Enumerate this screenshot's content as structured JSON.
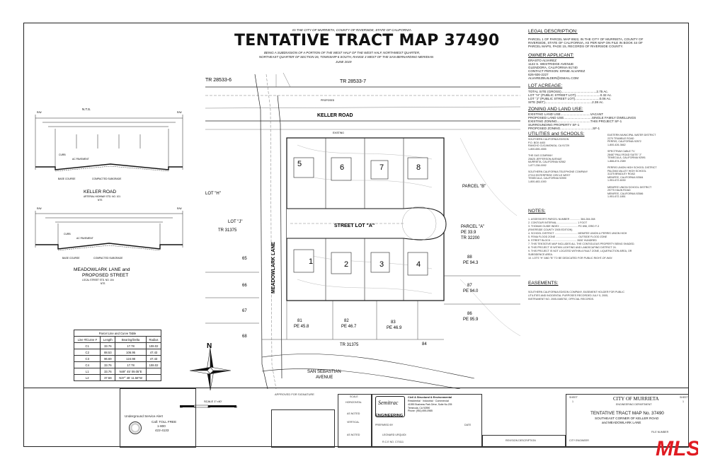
{
  "header": {
    "location": "IN THE CITY OF MURRIETA, COUNTY OF RIVERSIDE, STATE OF CALIFORNIA",
    "title": "TENTATIVE TRACT MAP 37490",
    "sub1": "BEING A SUBDIVISION OF A PORTION OF THE WEST HALF OF THE WEST HALF, NORTHWEST QUARTER,",
    "sub2": "NORTHEAST QUARTER OF SECTION 26, TOWNSHIP 6 SOUTH, RANGE 3 WEST OF THE SAN BERNARDINO MERIDIAN",
    "date": "JUNE 2019"
  },
  "right_panel": {
    "legal_title": "LEGAL DESCRIPTION:",
    "legal_lines": [
      "PARCEL 1 OF PARCEL MAP 8922, IN THE CITY OF MURRIETA, COUNTY OF",
      "RIVERSIDE, STATE OF CALIFORNIA, AS PER MAP ON FILE IN BOOK 44 OF",
      "PARCEL MAPS, PAGE 15, RECORDS OF RIVERSIDE COUNTY."
    ],
    "owner_title": "OWNER APPLICANT:",
    "owner_lines": [
      "ERASTO ALVAREZ",
      "1122 S. WESTRIDGE AVENUE",
      "GLENDORA, CALIFORNIA 91740",
      "CONTACT PERSON: ERNIE ALVAREZ",
      "626-926-2227",
      "ALVAREZBUILDER@GMAIL.COM"
    ],
    "acreage_title": "LOT ACREAGE:",
    "acreage_lines": [
      "TOTAL SITE (GROSS).......................................2.75 Ac.",
      "LOT \"H\" (PUBLIC STREET LOT)...........................0.32 Ac.",
      "LOT \"J\" (PUBLIC STREET LOT)...........................0.06 Ac.",
      "SITE (NET)....................................................2.38 Ac."
    ],
    "zoning_title": "ZONING AND LAND USE:",
    "zoning_lines": [
      "EXISTING LAND USE.................................VACANT",
      "PROPOSED LAND USE...............................SINGLE FAMILY DWELLINGS",
      "EXISTING ZONING.....................................THIS PROJECT SF-1",
      "                                                        SURROUNDING PROPERTY SF-1",
      "PROPOSED ZONING....................................SF-1"
    ],
    "utilities_title": "UTILITIES and SCHOOLS:",
    "utilities_left": [
      "SOUTHERN CALIFORNIA EDISON",
      "P.O. BOX 4400",
      "RANCHO CUCAMONGA, CA 91729",
      "1-800-655-4555",
      "",
      "THE GAS COMPANY",
      "25625 JEFFERSON AVENUE",
      "MURRIETA, CALIFORNIA 92562",
      "1-877-238-0092",
      "",
      "SOUTHERN CALIFORNIA TELEPHONE COMPANY",
      "27313 ENTERPRISE CIRCLE WEST",
      "TEMECULA, CALIFORNIA 92590",
      "1-800-483-1000"
    ],
    "utilities_right": [
      "EASTERN MUNICIPAL WATER DISTRICT",
      "2270 TRUMBLE ROAD",
      "PERRIS, CALIFORNIA 92572",
      "1-800-426-3662",
      "",
      "SPECTRUM CABLE TV",
      "28487 PAUJ ROAD SUITE \"J\"",
      "TEMECULA, CALIFORNIA 92591",
      "1-866-874-2389",
      "",
      "PERRIS UNION HIGH SCHOOL DISTRICT",
      "PALOMA VALLEY HIGH SCHOOL",
      "31375 BRADLEY ROAD",
      "MENIFEE, CALIFORNIA 92584",
      "1-951-672-6030",
      "",
      "MENIFEE UNION SCHOOL DISTRICT",
      "29775 HAUN ROAD",
      "MENIFEE, CALIFORNIA 92586",
      "1-951-672-1851"
    ],
    "notes_title": "NOTES:",
    "notes_lines": [
      "1.  ASSESSOR'S PARCEL NUMBER .............. 384-284-008",
      "2.  CONTOUR INTERVAL ............................ 1 FOOT",
      "3.  THOMAS GUIDE INDEX ......................... PG 898, GRID F-3",
      "      (RIVERSIDE COUNTY 2005 EDITION)",
      "4.  SCHOOL DISTRICT ................................ MENIFEE UNION & PERRIS UNION HIGH",
      "5.  FEMA FLOOD ZONE ............................... OUTSIDE FLOOD ZONE",
      "6.  STREET BLOCK .................................... 2630' HUNDRED",
      "7.  THIS TENTATIVE MAP INCLUDES ALL THE CONTIGUOUS PROPERTY BEING SHADED.",
      "8.  THIS PROJECT IS WITHIN LIGHTING AND LANDSCAPING DISTRICT 24.",
      "9.  THIS PROJECT IS NOT LOCATED WITHIN A FAULT ZONE, LIQUEFACTION AREA, OR",
      "      SUBSIDENCE AREA.",
      "10. LOTS \"H\" AND \"B\" TO BE DEDICATED FOR PUBLIC RIGHT-OF-WAY."
    ],
    "easements_title": "EASEMENTS:",
    "easements_lines": [
      "SOUTHERN CALIFORNIA EDISON COMPANY, EASEMENT HOLDER FOR PUBLIC",
      "UTILITIES AND INCIDENTAL PURPOSES RECORDED JULY 5, 2005,",
      "INSTRUMENT NO. 2005-0485752, OFFICIAL RECORDS."
    ]
  },
  "sections": {
    "nts": "N.T.S.",
    "keller_title": "KELLER ROAD",
    "keller_sub": "ARTERIAL HIGHWAY STD. NO. 101",
    "keller_nts": "NTS",
    "meadow_title1": "MEADOWLARK LANE and",
    "meadow_title2": "PROPOSED STREET",
    "meadow_sub": "LOCAL STREET STD. NO. 104",
    "meadow_nts": "NTS",
    "labels": {
      "curb": "CURB",
      "pavement": "AC PAVEMENT",
      "base": "BASE COURSE",
      "compacted": "COMPACTED SUBGRADE",
      "row": "R/W"
    }
  },
  "map": {
    "tract_top1": "TR 28533-6",
    "tract_top2": "TR 28533-7",
    "keller_road": "KELLER ROAD",
    "meadowlark": "MEADOWLARK LANE",
    "street_lot": "STREET LOT \"A\"",
    "lot_h": "LOT \"H\"",
    "lot_j": "LOT \"J\"",
    "tr_31375": "TR 31375",
    "tr_31375b": "TR 31375",
    "parcel_b": "PARCEL \"B\"",
    "parcel_a": "PARCEL \"A\"",
    "pe_a": "PE 33.9",
    "tr_32200": "TR 32200",
    "san_sebastian1": "SAN SEBASTIAN",
    "san_sebastian2": "AVENUE",
    "lots": [
      "5",
      "6",
      "7",
      "8",
      "1",
      "2",
      "3",
      "4"
    ],
    "east_lots": [
      {
        "n": "88",
        "pe": "PE 94.3"
      },
      {
        "n": "87",
        "pe": "PE 94.0"
      },
      {
        "n": "86",
        "pe": "PE 95.9"
      }
    ],
    "west_lots": [
      "65",
      "66",
      "67",
      "68"
    ],
    "south_lots": [
      {
        "n": "81",
        "pe": "PE 45.8"
      },
      {
        "n": "82",
        "pe": "PE 46.7"
      },
      {
        "n": "83",
        "pe": "PE 46.9"
      },
      {
        "n": "84",
        "pe": ""
      }
    ],
    "proposed": "PROPOSED",
    "existing": "EXISTING"
  },
  "curve_table": {
    "title": "Parcel Line and Curve Table",
    "headers": [
      "Line #/Curve #",
      "Length",
      "Bearing/Delta",
      "Radius"
    ],
    "rows": [
      [
        "C1",
        "33.76",
        "17.78",
        "108.02"
      ],
      [
        "C2",
        "88.53",
        "106.95",
        "47.43"
      ],
      [
        "C3",
        "96.69",
        "124.98",
        "47.43"
      ],
      [
        "C4",
        "33.76",
        "17.78",
        "108.02"
      ],
      [
        "L1",
        "33.76",
        "N49° 45' 09.05\"E",
        ""
      ],
      [
        "L2",
        "37.59",
        "N37° 45' 11.56\"W",
        ""
      ]
    ]
  },
  "scale": {
    "label": "SCALE  1\"=40'",
    "marks": [
      "40'",
      "0",
      "40'",
      "80'"
    ]
  },
  "north": "N",
  "titleblock": {
    "underground": "Underground Service Alert",
    "call": "Call: TOLL FREE",
    "call_num1": "1-800",
    "call_num2": "422-4133",
    "approved": "APPROVED FOR SIGNATURE",
    "scale_h": "SCALE",
    "horiz": "HORIZONTAL",
    "as_noted1": "AS NOTED",
    "vert": "VERTICAL",
    "as_noted2": "AS NOTED",
    "prepared": "PREPARED BY",
    "engineer": "LEONARD URQUIDI",
    "rce": "R.C.E NO. C70111",
    "company": "Civil & Structural & Environmental",
    "company2": "Residential · Industrial · Commercial",
    "address": "41590 Business Park Drive, Suite No.205",
    "city": "Temecula, CA 92590",
    "phone": "Phone: (951) 695-0985",
    "firm": "ENGINEERING",
    "revision": "REVISION DESCRIPTION",
    "date_label": "DATE",
    "city_name": "CITY OF MURRIETA",
    "dept": "ENGINEERING DEPARTMENT",
    "map_title": "TENTATIVE TRACT MAP No. 37490",
    "map_loc1": "SOUTHEAST CORNER OF KELLER ROAD",
    "map_loc2": "and MEADOWLARK LANE",
    "sheet": "SHEET",
    "sheet_no": "1",
    "of": "1",
    "city_engineer": "CITY ENGINEER",
    "file_no": "FILE NUMBER"
  },
  "watermark": "MLS"
}
